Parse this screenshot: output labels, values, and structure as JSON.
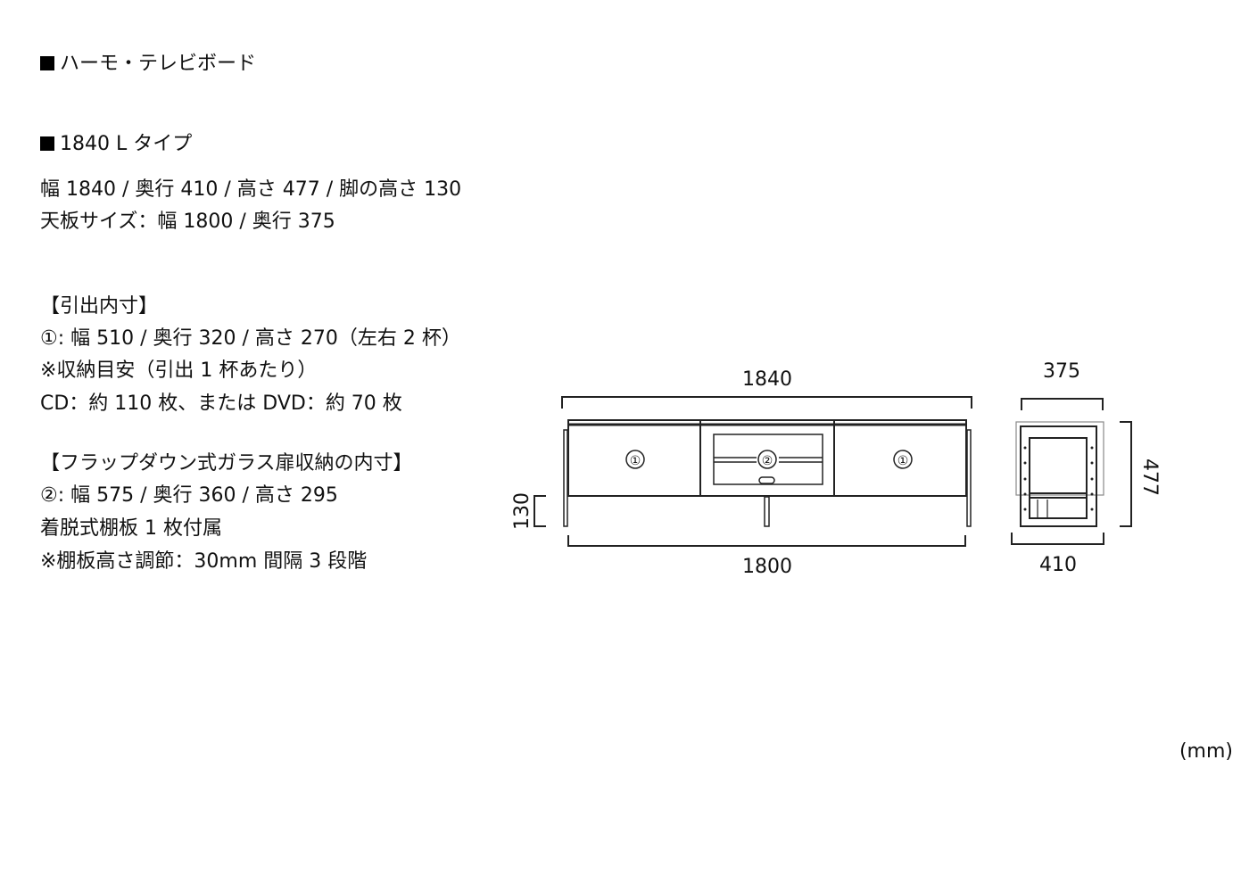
{
  "title": "ハーモ・テレビボード",
  "type": "1840 L タイプ",
  "specs": [
    "幅 1840 / 奥行 410 / 高さ 477 / 脚の高さ 130",
    "天板サイズ：幅 1800 / 奥行 375"
  ],
  "drawer": {
    "heading": "【引出内寸】",
    "lines": [
      "①: 幅 510 / 奥行 320 / 高さ 270（左右 2 杯）",
      "※収納目安（引出 1 杯あたり）",
      "CD：約 110 枚、または DVD：約 70 枚"
    ]
  },
  "flap": {
    "heading": "【フラップダウン式ガラス扉収納の内寸】",
    "lines": [
      "②: 幅 575 / 奥行 360 / 高さ 295",
      "着脱式棚板 1 枚付属",
      "※棚板高さ調節：30mm 間隔 3 段階"
    ]
  },
  "diagram": {
    "width_total": "1840",
    "width_top": "1800",
    "leg_height": "130",
    "depth_top": "375",
    "depth_total": "410",
    "height": "477",
    "mark1": "①",
    "mark2": "②"
  },
  "unit": "(mm)"
}
